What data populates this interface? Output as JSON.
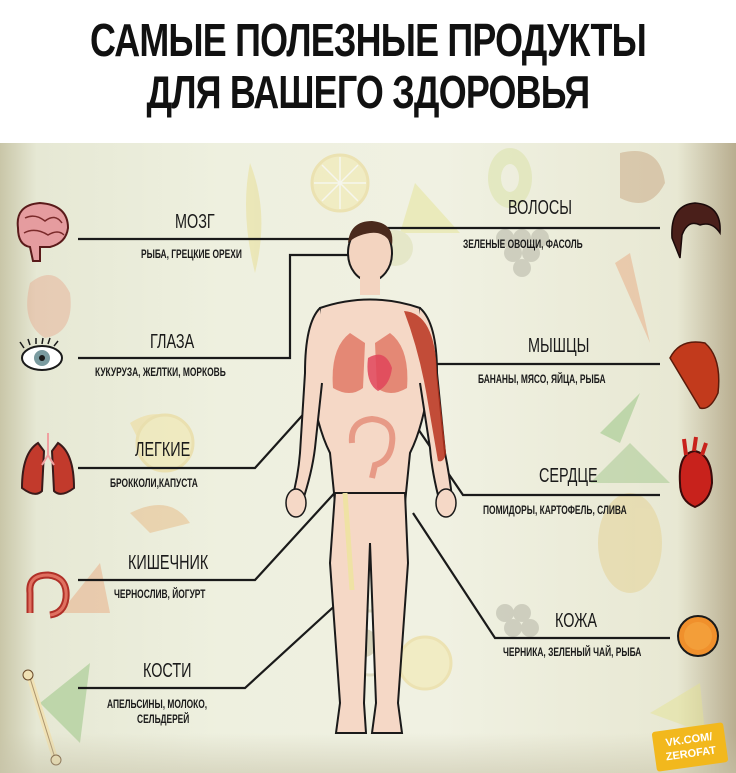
{
  "title": {
    "line1": "САМЫЕ ПОЛЕЗНЫЕ ПРОДУКТЫ",
    "line2": "ДЛЯ ВАШЕГО ЗДОРОВЬЯ"
  },
  "organs": {
    "brain": {
      "name": "МОЗГ",
      "foods": "РЫБА, ГРЕЦКИЕ ОРЕХИ",
      "icon": "brain-icon"
    },
    "eyes": {
      "name": "ГЛАЗА",
      "foods": "КУКУРУЗА, ЖЕЛТКИ, МОРКОВЬ",
      "icon": "eye-icon"
    },
    "lungs": {
      "name": "ЛЕГКИЕ",
      "foods": "БРОККОЛИ,КАПУСТА",
      "icon": "lungs-icon"
    },
    "gut": {
      "name": "КИШЕЧНИК",
      "foods": "ЧЕРНОСЛИВ, ЙОГУРТ",
      "icon": "intestine-icon"
    },
    "bones": {
      "name": "КОСТИ",
      "foods_line1": "АПЕЛЬСИНЫ, МОЛОКО,",
      "foods_line2": "СЕЛЬДЕРЕЙ",
      "icon": "bone-icon"
    },
    "hair": {
      "name": "ВОЛОСЫ",
      "foods": "ЗЕЛЕНЫЕ ОВОЩИ, ФАСОЛЬ",
      "icon": "hair-icon"
    },
    "muscles": {
      "name": "МЫШЦЫ",
      "foods": "БАНАНЫ, МЯСО, ЯЙЦА, РЫБА",
      "icon": "muscle-icon"
    },
    "heart": {
      "name": "СЕРДЦЕ",
      "foods": "ПОМИДОРЫ, КАРТОФЕЛЬ, СЛИВА",
      "icon": "heart-icon"
    },
    "skin": {
      "name": "КОЖА",
      "foods": "ЧЕРНИКА, ЗЕЛЕНЫЙ ЧАЙ, РЫБА",
      "icon": "skin-icon"
    }
  },
  "watermark": {
    "line1": "VK.COM/",
    "line2": "ZEROFAT"
  },
  "colors": {
    "background": "#eef0df",
    "line": "#1a1a1a",
    "organ_red": "#c23a2c",
    "skin_tone": "#f3d4c0",
    "watermark": "#f2b81d"
  }
}
